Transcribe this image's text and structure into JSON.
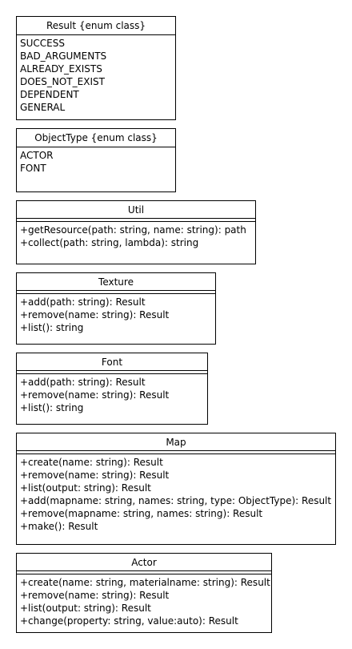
{
  "classes": {
    "result": {
      "name": "Result {enum class}",
      "items": [
        "SUCCESS",
        "BAD_ARGUMENTS",
        "ALREADY_EXISTS",
        "DOES_NOT_EXIST",
        "DEPENDENT",
        "GENERAL"
      ]
    },
    "object_type": {
      "name": "ObjectType {enum class}",
      "items": [
        "ACTOR",
        "FONT"
      ]
    },
    "util": {
      "name": "Util",
      "items": [
        "+getResource(path: string, name: string): path",
        "+collect(path: string, lambda): string"
      ]
    },
    "texture": {
      "name": "Texture",
      "items": [
        "+add(path: string): Result",
        "+remove(name: string): Result",
        "+list(): string"
      ]
    },
    "font": {
      "name": "Font",
      "items": [
        "+add(path: string): Result",
        "+remove(name: string): Result",
        "+list(): string"
      ]
    },
    "map": {
      "name": "Map",
      "items": [
        "+create(name: string): Result",
        "+remove(name: string): Result",
        "+list(output: string): Result",
        "+add(mapname: string, names: string, type: ObjectType): Result",
        "+remove(mapname: string, names: string): Result",
        "+make(): Result"
      ]
    },
    "actor": {
      "name": "Actor",
      "items": [
        "+create(name: string, materialname: string): Result",
        "+remove(name: string): Result",
        "+list(output: string): Result",
        "+change(property: string, value:auto): Result"
      ]
    }
  }
}
